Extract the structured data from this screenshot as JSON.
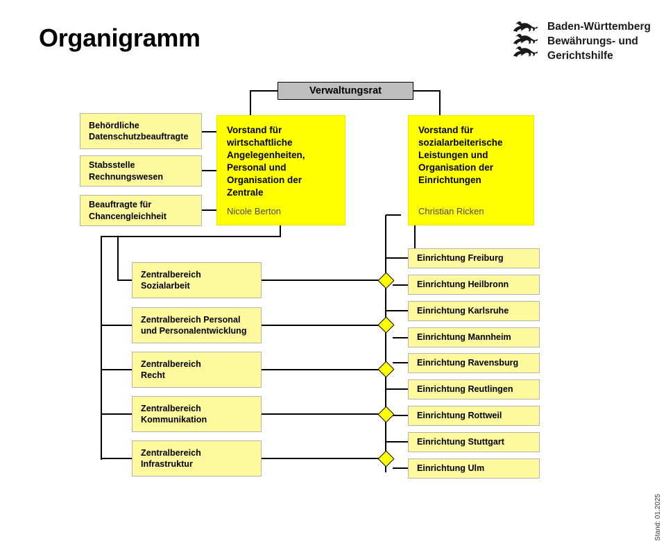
{
  "page": {
    "title": "Organigramm",
    "stand": "Stand: 01.2025"
  },
  "logo": {
    "icon": "three-lions-crest-icon",
    "line1": "Baden-Württemberg",
    "line2": "Bewährungs- und",
    "line3": "Gerichtshilfe"
  },
  "colors": {
    "board_fill": "#ffff00",
    "council_fill": "#bfbfbf",
    "unit_fill": "#fff99e",
    "line": "#000000",
    "diamond_fill": "#ffff00"
  },
  "chart_data": {
    "type": "diagram",
    "title": "Organigramm"
  },
  "council": {
    "label": "Verwaltungsrat"
  },
  "staff_units": [
    {
      "label": "Behördliche\nDatenschutzbeauftragte"
    },
    {
      "label": "Stabsstelle\nRechnungswesen"
    },
    {
      "label": "Beauftragte für\nChancengleichheit"
    }
  ],
  "boards": [
    {
      "title": "Vorstand für wirtschaftliche Angelegenheiten, Personal und Organisation der Zentrale",
      "person": "Nicole Berton"
    },
    {
      "title": "Vorstand für sozialarbeiterische Leistungen und Organisation der Einrichtungen",
      "person": "Christian Ricken"
    }
  ],
  "central_areas": [
    {
      "label": "Zentralbereich\nSozialarbeit"
    },
    {
      "label": "Zentralbereich Personal\nund Personalentwicklung"
    },
    {
      "label": "Zentralbereich\nRecht"
    },
    {
      "label": "Zentralbereich\nKommunikation"
    },
    {
      "label": "Zentralbereich\nInfrastruktur"
    }
  ],
  "facilities": [
    {
      "label": "Einrichtung Freiburg"
    },
    {
      "label": "Einrichtung Heilbronn"
    },
    {
      "label": "Einrichtung Karlsruhe"
    },
    {
      "label": "Einrichtung Mannheim"
    },
    {
      "label": "Einrichtung Ravensburg"
    },
    {
      "label": "Einrichtung Reutlingen"
    },
    {
      "label": "Einrichtung Rottweil"
    },
    {
      "label": "Einrichtung Stuttgart"
    },
    {
      "label": "Einrichtung Ulm"
    }
  ]
}
